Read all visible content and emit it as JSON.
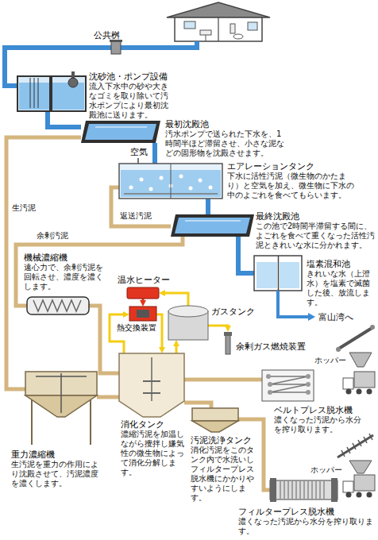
{
  "diagram": {
    "nodes": [
      {
        "text": [
          "公共桝"
        ]
      },
      {
        "text": [
          "沈砂池・ポンプ設備",
          "流入下水中の砂や大きなゴミを取り除いて汚水ポンプにより最初沈殿池に送ります。"
        ]
      },
      {
        "text": [
          "最初沈殿池",
          "汚水ポンプで送られた下水を、1時間半ほど滞留させ、小さな泥などの固形物を沈殿させます。"
        ]
      },
      {
        "text": [
          "エアレーションタンク",
          "下水に活性汚泥（微生物のかたまり）と空気を加え、微生物に下水の中のよごれを食べてもらいます。"
        ]
      },
      {
        "text": [
          "最終沈殿池",
          "この池で2時間半滞留する間に、よごれを食べて重くなった活性汚泥ときれいな水に分かれます。"
        ]
      },
      {
        "text": [
          "塩素混和池",
          "きれいな水（上澄水）を塩素で滅菌した後、放流します。"
        ]
      },
      {
        "text": [
          "機械濃縮機",
          "遠心力で、余剰汚泥を回転させ、濃度を濃くします。"
        ]
      },
      {
        "text": [
          "温水ヒーター"
        ]
      },
      {
        "text": [
          "熱交換装置"
        ]
      },
      {
        "text": [
          "ガスタンク"
        ]
      },
      {
        "text": [
          "余剰ガス燃焼装置"
        ]
      },
      {
        "text": [
          "ベルトプレス脱水機",
          "濃くなった汚泥から水分を搾り取ります。"
        ]
      },
      {
        "text": [
          "重力濃縮機",
          "生汚泥を重力の作用により沈殿させて、汚泥濃度を濃くします。"
        ]
      },
      {
        "text": [
          "消化タンク",
          "濃縮汚泥を加温しながら攪拌し嫌気性の微生物によって消化分解します。"
        ]
      },
      {
        "text": [
          "汚泥洗浄タンク",
          "消化汚泥をこのタンク内で水洗いしフィルタープレス脱水機にかかりやすいようにします。"
        ]
      },
      {
        "text": [
          "フィルタープレス脱水機",
          "濃くなった汚泥から水分を搾り取ります。"
        ]
      }
    ],
    "edges": [
      {
        "from": 0,
        "to": 1,
        "arrow": "none"
      },
      {
        "from": 1,
        "to": 2,
        "arrow": "none"
      },
      {
        "from": 2,
        "to": 3,
        "arrow": "none"
      },
      {
        "from": 3,
        "to": 4,
        "arrow": "none"
      },
      {
        "from": 4,
        "to": 5,
        "arrow": "none"
      },
      {
        "from": 2,
        "to": 12,
        "label": "生汚泥",
        "arrow": "none"
      },
      {
        "from": 4,
        "to": 3,
        "label": "返送汚泥",
        "arrow": "none"
      },
      {
        "from": 4,
        "to": 6,
        "label": "余剰汚泥",
        "arrow": "none"
      },
      {
        "from": 6,
        "to": 13,
        "arrow": "none"
      },
      {
        "from": 12,
        "to": 13,
        "arrow": "none"
      },
      {
        "from": 13,
        "to": 9,
        "arrow": "to"
      },
      {
        "from": 9,
        "to": 7,
        "arrow": "to"
      },
      {
        "from": 9,
        "to": 10,
        "arrow": "to"
      },
      {
        "from": 7,
        "to": 8,
        "arrow": "to"
      },
      {
        "from": 8,
        "to": 13,
        "arrow": "to"
      },
      {
        "from": 13,
        "to": 8,
        "arrow": "to"
      },
      {
        "from": 13,
        "to": 11,
        "arrow": "none"
      },
      {
        "from": 13,
        "to": 14,
        "arrow": "none"
      },
      {
        "from": 14,
        "to": 15,
        "arrow": "none"
      }
    ],
    "labels": [
      "空気",
      "富山湾へ",
      "ホッパー",
      "ホッパー"
    ]
  }
}
